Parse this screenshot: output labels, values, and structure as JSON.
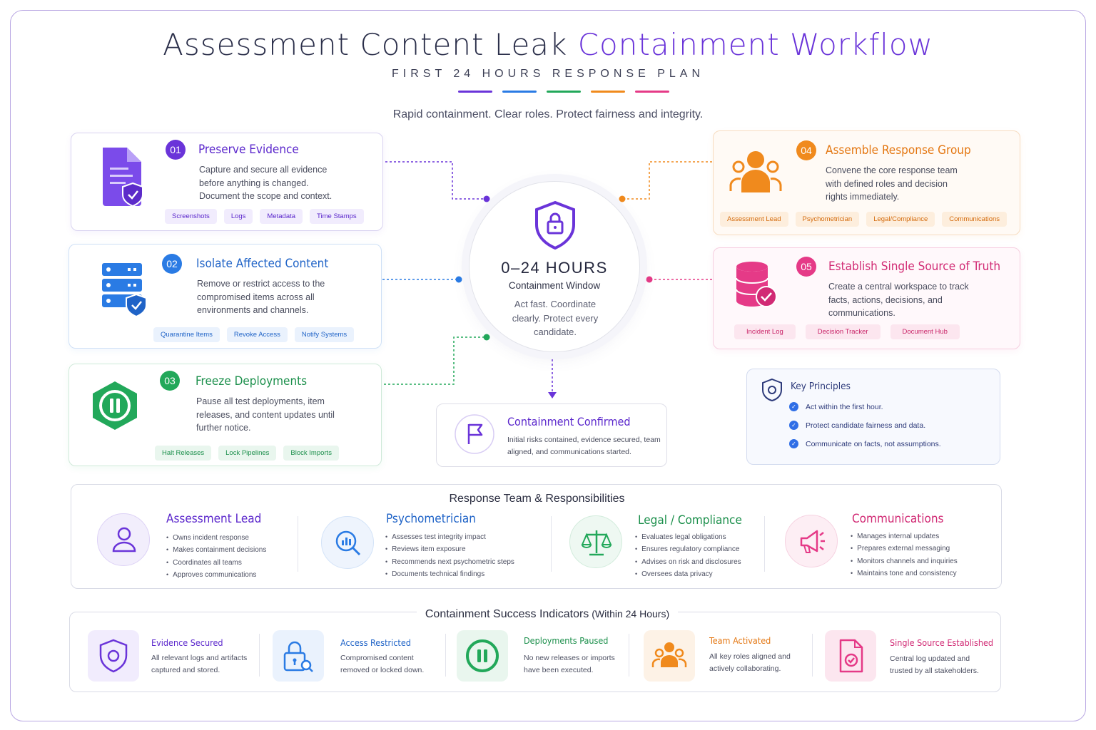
{
  "header": {
    "title_part1": "Assessment Content Leak ",
    "title_part2": "Containment Workflow",
    "subtitle": "FIRST 24 HOURS RESPONSE PLAN",
    "tagline": "Rapid containment. Clear roles. Protect fairness and integrity.",
    "bar_colors": [
      "#6a34d9",
      "#2a7be4",
      "#22a85a",
      "#f08a1d",
      "#e53a87"
    ]
  },
  "center": {
    "hours": "0–24 HOURS",
    "window": "Containment Window",
    "action": "Act fast. Coordinate clearly. Protect every candidate.",
    "icon": "shield-lock-icon"
  },
  "steps": [
    {
      "num": "01",
      "title": "Preserve Evidence",
      "desc": "Capture and secure all evidence before anything is changed. Document the scope and context.",
      "tags": [
        "Screenshots",
        "Logs",
        "Metadata",
        "Time Stamps"
      ],
      "color": "#6a34d9",
      "icon": "document-shield-icon"
    },
    {
      "num": "02",
      "title": "Isolate Affected Content",
      "desc": "Remove or restrict access to the compromised items across all environments and channels.",
      "tags": [
        "Quarantine Items",
        "Revoke Access",
        "Notify Systems"
      ],
      "color": "#2a7be4",
      "icon": "server-shield-icon"
    },
    {
      "num": "03",
      "title": "Freeze Deployments",
      "desc": "Pause all test deployments, item releases, and content updates until further notice.",
      "tags": [
        "Halt Releases",
        "Lock Pipelines",
        "Block Imports"
      ],
      "color": "#22a85a",
      "icon": "pause-hexagon-icon"
    },
    {
      "num": "04",
      "title": "Assemble Response Group",
      "desc": "Convene the core response team with defined roles and decision rights immediately.",
      "tags": [
        "Assessment Lead",
        "Psychometrician",
        "Legal/Compliance",
        "Communications"
      ],
      "color": "#f08a1d",
      "icon": "team-icon"
    },
    {
      "num": "05",
      "title": "Establish Single Source of Truth",
      "desc": "Create a central workspace to track facts, actions, decisions, and communications.",
      "tags": [
        "Incident Log",
        "Decision Tracker",
        "Document Hub"
      ],
      "color": "#e53a87",
      "icon": "database-check-icon"
    }
  ],
  "confirmed": {
    "title": "Containment Confirmed",
    "desc": "Initial risks contained, evidence secured, team aligned, and communications started.",
    "icon": "flag-icon"
  },
  "principles": {
    "title": "Key Principles",
    "items": [
      "Act within the first hour.",
      "Protect candidate fairness and data.",
      "Communicate on facts, not assumptions."
    ],
    "icon": "shield-icon"
  },
  "team": {
    "heading": "Response Team & Responsibilities",
    "roles": [
      {
        "title": "Assessment Lead",
        "items": [
          "Owns incident response",
          "Makes containment decisions",
          "Coordinates all teams",
          "Approves communications"
        ],
        "color": "#6a34d9",
        "icon": "user-icon"
      },
      {
        "title": "Psychometrician",
        "items": [
          "Assesses test integrity impact",
          "Reviews item exposure",
          "Recommends next psychometric steps",
          "Documents technical findings"
        ],
        "color": "#2a7be4",
        "icon": "magnifier-chart-icon"
      },
      {
        "title": "Legal / Compliance",
        "items": [
          "Evaluates legal obligations",
          "Ensures regulatory compliance",
          "Advises on risk and disclosures",
          "Oversees data privacy"
        ],
        "color": "#22a85a",
        "icon": "scales-icon"
      },
      {
        "title": "Communications",
        "items": [
          "Manages internal updates",
          "Prepares external messaging",
          "Monitors channels and inquiries",
          "Maintains tone and consistency"
        ],
        "color": "#e53a87",
        "icon": "megaphone-icon"
      }
    ]
  },
  "indicators": {
    "heading": "Containment Success Indicators",
    "heading_sub": " (Within 24 Hours)",
    "items": [
      {
        "title": "Evidence Secured",
        "desc": "All relevant logs and artifacts captured and stored.",
        "color": "#6a34d9",
        "icon": "shield-icon"
      },
      {
        "title": "Access Restricted",
        "desc": "Compromised content removed or locked down.",
        "color": "#2a7be4",
        "icon": "lock-search-icon"
      },
      {
        "title": "Deployments Paused",
        "desc": "No new releases or imports have been executed.",
        "color": "#22a85a",
        "icon": "pause-icon"
      },
      {
        "title": "Team Activated",
        "desc": "All key roles aligned and actively collaborating.",
        "color": "#f08a1d",
        "icon": "team-icon"
      },
      {
        "title": "Single Source Established",
        "desc": "Central log updated and trusted by all stakeholders.",
        "color": "#e53a87",
        "icon": "document-check-icon"
      }
    ]
  }
}
